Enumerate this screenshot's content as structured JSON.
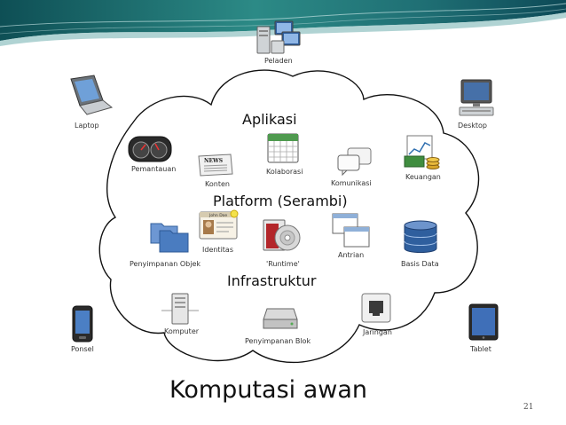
{
  "diagram": {
    "title": "Komputasi awan",
    "page_number": "21",
    "sections": {
      "applications": "Aplikasi",
      "platform": "Platform (Serambi)",
      "infrastructure": "Infrastruktur"
    },
    "nodes": {
      "server": "Peladen",
      "laptop": "Laptop",
      "desktop": "Desktop",
      "phone": "Ponsel",
      "tablet": "Tablet",
      "monitoring": "Pemantauan",
      "content": "Konten",
      "collaboration": "Kolaborasi",
      "communication": "Komunikasi",
      "finance": "Keuangan",
      "identity": "Identitas",
      "identity_card_name": "John Doe",
      "news_icon_text": "NEWS",
      "object_storage": "Penyimpanan Objek",
      "runtime": "'Runtime'",
      "queue": "Antrian",
      "database": "Basis Data",
      "compute": "Komputer",
      "block_storage": "Penyimpanan Blok",
      "network": "Jaringan"
    }
  },
  "colors": {
    "header_teal": "#1d6e6e",
    "cloud_stroke": "#111111",
    "db_blue": "#2f5f9e",
    "folder_blue": "#4a7cc0"
  }
}
